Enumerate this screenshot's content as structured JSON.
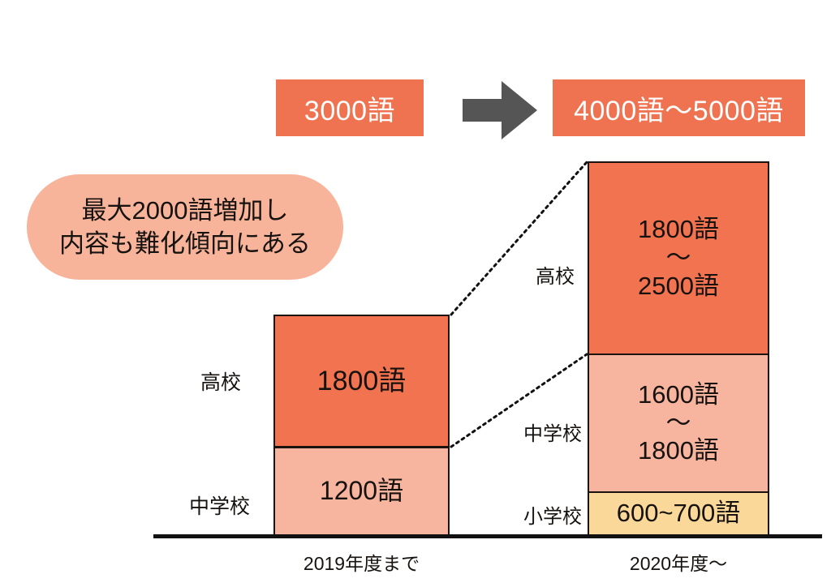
{
  "summary": {
    "before_label": "3000語",
    "after_label": "4000語～5000語",
    "arrow_icon": "right-arrow-icon"
  },
  "callout": {
    "line1": "最大2000語増加し",
    "line2": "内容も難化傾向にある"
  },
  "colors": {
    "accent_orange": "#ef7350",
    "bar_high_school": "#f2734f",
    "bar_middle_school": "#f7b49e",
    "bar_elementary": "#fad899",
    "callout_bg": "#f8b49b",
    "arrow_gray": "#555555",
    "outline": "#1b1310"
  },
  "chart_data": {
    "type": "bar",
    "title": "",
    "xlabel": "",
    "ylabel": "",
    "stacked": true,
    "grid": false,
    "legend": "none",
    "categories": [
      "2019年度まで",
      "2020年度～"
    ],
    "series": [
      {
        "name": "小学校",
        "values": [
          null,
          650
        ],
        "labels": [
          "",
          "600~700語"
        ],
        "range": [
          null,
          [
            600,
            700
          ]
        ]
      },
      {
        "name": "中学校",
        "values": [
          1200,
          1700
        ],
        "labels": [
          "1200語",
          "1600語～1800語"
        ],
        "range": [
          [
            1200,
            1200
          ],
          [
            1600,
            1800
          ]
        ]
      },
      {
        "name": "高校",
        "values": [
          1800,
          2150
        ],
        "labels": [
          "1800語",
          "1800語～2500語"
        ],
        "range": [
          [
            1800,
            1800
          ],
          [
            1800,
            2500
          ]
        ]
      }
    ],
    "totals": [
      "3000語",
      "4000語～5000語"
    ],
    "annotations": [
      "最大2000語増加し",
      "内容も難化傾向にある"
    ]
  },
  "bars": {
    "y2019": {
      "caption": "2019年度まで",
      "segments": [
        {
          "category": "高校",
          "value_line1": "1800語",
          "tilde": "",
          "value_line2": ""
        },
        {
          "category": "中学校",
          "value_line1": "1200語",
          "tilde": "",
          "value_line2": ""
        }
      ]
    },
    "y2020": {
      "caption": "2020年度～",
      "segments": [
        {
          "category": "高校",
          "value_line1": "1800語",
          "tilde": "～",
          "value_line2": "2500語"
        },
        {
          "category": "中学校",
          "value_line1": "1600語",
          "tilde": "～",
          "value_line2": "1800語"
        },
        {
          "category": "小学校",
          "value_line1": "600~700語",
          "tilde": "",
          "value_line2": ""
        }
      ]
    }
  }
}
